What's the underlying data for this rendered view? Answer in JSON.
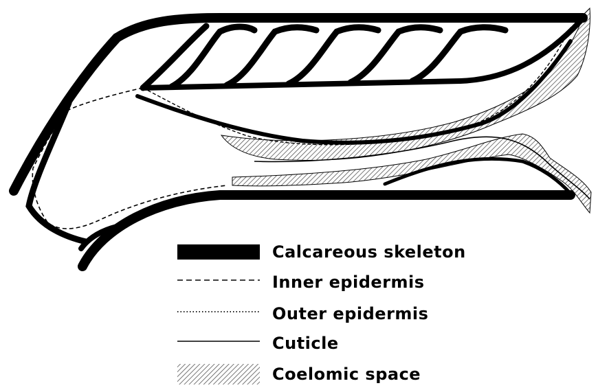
{
  "colors": {
    "skeleton": "#000000",
    "background": "#ffffff",
    "hatch": "#555555"
  },
  "legend": {
    "items": [
      {
        "key": "skeleton",
        "label": "Calcareous skeleton",
        "icon": "solid-black-bar"
      },
      {
        "key": "inner",
        "label": "Inner epidermis",
        "icon": "dashed-line"
      },
      {
        "key": "outer",
        "label": "Outer epidermis",
        "icon": "dotted-line"
      },
      {
        "key": "cuticle",
        "label": "Cuticle",
        "icon": "solid-thin-line"
      },
      {
        "key": "coelom",
        "label": "Coelomic space",
        "icon": "hatched-rectangle"
      }
    ]
  }
}
